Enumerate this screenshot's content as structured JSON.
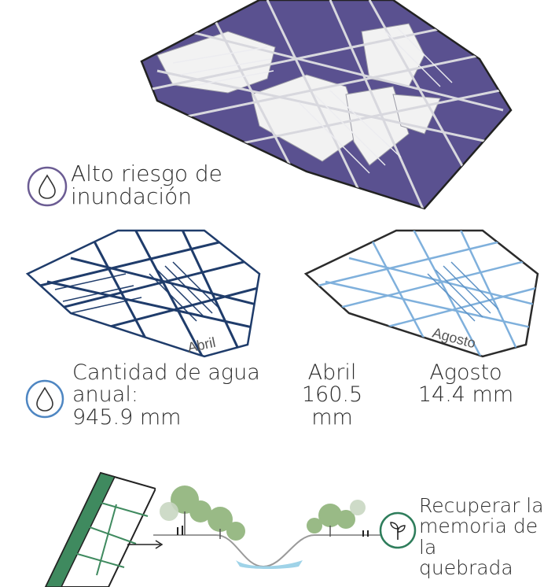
{
  "risk": {
    "line1": "Alto riesgo de",
    "line2": "inundación",
    "icon": "water-drop-icon",
    "icon_color": "#6b5c93",
    "map_color": "#5a5190"
  },
  "water": {
    "line1": "Cantidad de agua",
    "line2": "anual:",
    "line3": "945.9 mm",
    "icon": "water-drop-icon",
    "icon_color": "#4e86c2",
    "april": {
      "label": "Abril",
      "value": "160.5 mm",
      "map_label": "Abril",
      "color": "#1f3c6b"
    },
    "august": {
      "label": "Agosto",
      "value": "14.4 mm",
      "map_label": "Agosto",
      "color": "#7fb0dc"
    }
  },
  "memory": {
    "line1": "Recuperar la",
    "line2": "memoria de la",
    "line3": "quebrada",
    "icon": "sprout-icon",
    "icon_color": "#2e7d5b",
    "strip_color": "#3f8a5f"
  }
}
